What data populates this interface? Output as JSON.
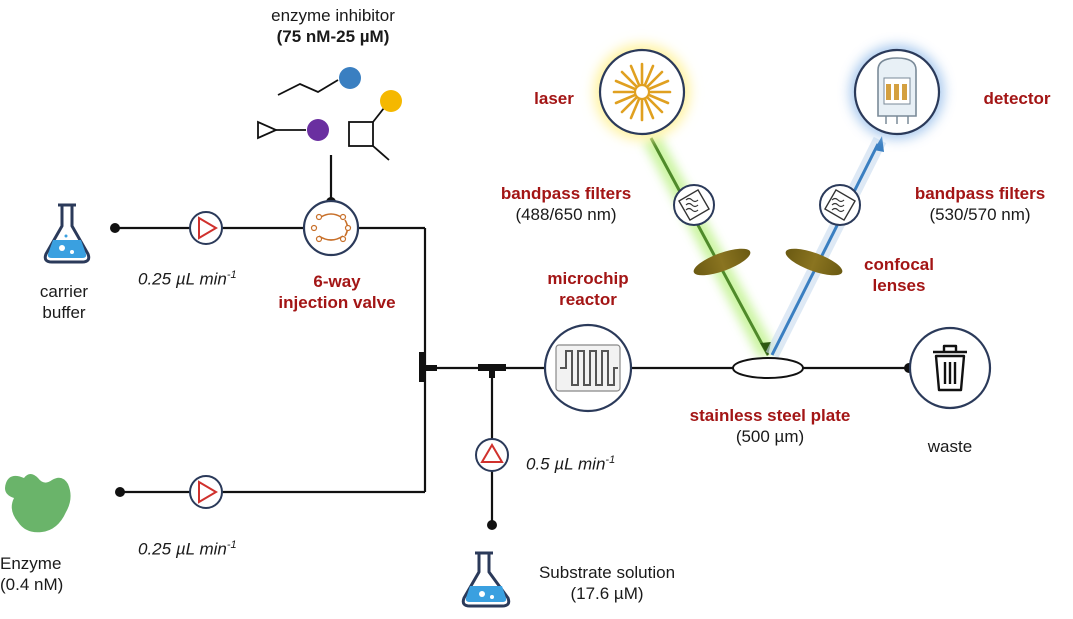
{
  "inhibitor": {
    "line1": "enzyme inhibitor",
    "line2": "(75 nM-25 µM)"
  },
  "carrier": {
    "line1": "carrier",
    "line2": "buffer"
  },
  "flow_top": {
    "text": "0.25 ",
    "unit": "µL min",
    "sup": "-1"
  },
  "flow_bottom": {
    "text": "0.25 ",
    "unit": "µL min",
    "sup": "-1"
  },
  "flow_substrate": {
    "text": "0.5 ",
    "unit": "µL min",
    "sup": "-1"
  },
  "valve": {
    "line1": "6-way",
    "line2": "injection valve"
  },
  "reactor": {
    "line1": "microchip",
    "line2": "reactor"
  },
  "laser": {
    "label": "laser"
  },
  "detector": {
    "label": "detector"
  },
  "bp_left": {
    "line1": "bandpass filters",
    "line2": "(488/650 nm)"
  },
  "bp_right": {
    "line1": "bandpass filters",
    "line2": "(530/570 nm)"
  },
  "lenses": {
    "line1": "confocal",
    "line2": "lenses"
  },
  "plate": {
    "line1": "stainless steel plate",
    "line2": "(500 µm)"
  },
  "waste": {
    "label": "waste"
  },
  "enzyme": {
    "line1": "Enzyme",
    "line2": "(0.4 nM)"
  },
  "substrate": {
    "line1": "Substrate solution",
    "line2": "(17.6 µM)"
  },
  "colors": {
    "label_red": "#a31515",
    "circle_stroke": "#2b3a5a",
    "pump_red": "#d0312d",
    "inhibitor_blue": "#3a7fc1",
    "inhibitor_yellow": "#f5b800",
    "inhibitor_purple": "#6a2fa0",
    "laser_beam": "#7fd040",
    "detector_beam": "#3a7fc1",
    "enzyme_green": "#6ab46a",
    "flask_liquid": "#3aa0e0"
  }
}
